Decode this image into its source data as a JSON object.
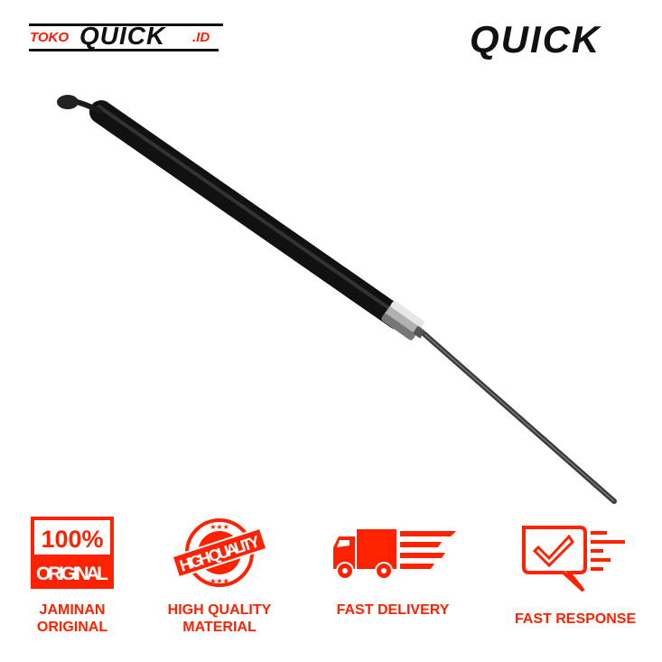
{
  "brand": {
    "store_logo": "TOKOQUICK.ID",
    "logo": "QUICK",
    "accent": "#ff2200"
  },
  "badges": [
    {
      "icon": "original-stamp-icon",
      "stamp_text": [
        "100%",
        "ORIGINAL"
      ],
      "label_lines": [
        "JAMINAN",
        "ORIGINAL"
      ]
    },
    {
      "icon": "high-quality-seal-icon",
      "stamp_text": [
        "HIGH QUALITY"
      ],
      "label_lines": [
        "HIGH QUALITY",
        "MATERIAL"
      ]
    },
    {
      "icon": "delivery-truck-icon",
      "label_lines": [
        "FAST DELIVERY"
      ]
    },
    {
      "icon": "chat-check-icon",
      "label_lines": [
        "FAST RESPONSE"
      ]
    }
  ]
}
